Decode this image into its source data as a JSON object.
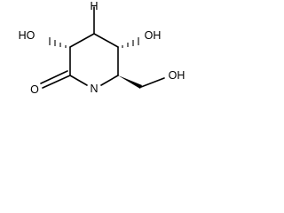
{
  "molecule": {
    "atoms": {
      "ho_left": "HO",
      "oh_top": "H",
      "oh_right": "OH",
      "oh_chain": "OH",
      "carbonyl_o": "O",
      "ring_n": "N"
    },
    "colors": {
      "ink": "#000000",
      "background": "#ffffff"
    }
  }
}
